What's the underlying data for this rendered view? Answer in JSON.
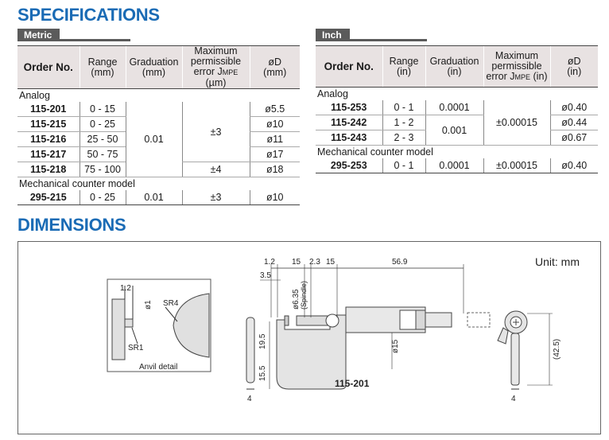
{
  "spec_heading": "SPECIFICATIONS",
  "dim_heading": "DIMENSIONS",
  "metric": {
    "tab": "Metric",
    "headers": {
      "order": "Order No.",
      "range": [
        "Range",
        "(mm)"
      ],
      "graduation": [
        "Graduation",
        "(mm)"
      ],
      "mpe": [
        "Maximum",
        "permissible",
        "error J",
        "MPE",
        " (µm)"
      ],
      "od": [
        "øD",
        "(mm)"
      ]
    },
    "group_analog": "Analog",
    "group_mech": "Mechanical counter model",
    "rows": [
      {
        "order": "115-201",
        "range": "0 - 15",
        "od": "ø5.5"
      },
      {
        "order": "115-215",
        "range": "0 - 25",
        "od": "ø10"
      },
      {
        "order": "115-216",
        "range": "25 - 50",
        "od": "ø11"
      },
      {
        "order": "115-217",
        "range": "50 - 75",
        "od": "ø17"
      },
      {
        "order": "115-218",
        "range": "75 - 100",
        "od": "ø18"
      }
    ],
    "graduation_analog": "0.01",
    "mpe_analog_a": "±3",
    "mpe_analog_b": "±4",
    "mech_row": {
      "order": "295-215",
      "range": "0 - 25",
      "graduation": "0.01",
      "mpe": "±3",
      "od": "ø10"
    }
  },
  "inch": {
    "tab": "Inch",
    "headers": {
      "order": "Order No.",
      "range": [
        "Range",
        "(in)"
      ],
      "graduation": [
        "Graduation",
        "(in)"
      ],
      "mpe": [
        "Maximum",
        "permissible",
        "error J",
        "MPE",
        " (in)"
      ],
      "od": [
        "øD",
        "(in)"
      ]
    },
    "group_analog": "Analog",
    "group_mech": "Mechanical counter model",
    "rows": [
      {
        "order": "115-253",
        "range": "0 - 1",
        "od": "ø0.40"
      },
      {
        "order": "115-242",
        "range": "1 - 2",
        "od": "ø0.44"
      },
      {
        "order": "115-243",
        "range": "2 - 3",
        "od": "ø0.67"
      }
    ],
    "graduation_a": "0.0001",
    "graduation_b": "0.001",
    "mpe_analog": "±0.00015",
    "mech_row": {
      "order": "295-253",
      "range": "0 - 1",
      "graduation": "0.0001",
      "mpe": "±0.00015",
      "od": "ø0.40"
    }
  },
  "drawing": {
    "unit": "Unit: mm",
    "model": "115-201",
    "anvil_caption": "Anvil detail",
    "anvil_dims": {
      "top": "1.2",
      "dia": "ø1",
      "sr4": "SR4",
      "sr1": "SR1"
    },
    "top_dims": [
      "1.2",
      "15",
      "2.3",
      "15",
      "56.9"
    ],
    "dim_35": "3.5",
    "dim_spindle_dia": "ø6.35",
    "dim_spindle_label": "(Spindle)",
    "dim_195": "19.5",
    "dim_155": "15.5",
    "dim_15dia": "ø15",
    "dim_4_left": "4",
    "dim_4_right": "4",
    "dim_425": "(42.5)"
  }
}
